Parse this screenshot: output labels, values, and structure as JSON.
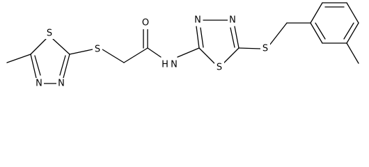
{
  "molecule": {
    "atoms": [
      {
        "id": "S1",
        "label": "S"
      },
      {
        "id": "N1",
        "label": "N"
      },
      {
        "id": "N2",
        "label": "N"
      },
      {
        "id": "S2",
        "label": "S"
      },
      {
        "id": "O1",
        "label": "O"
      },
      {
        "id": "N3",
        "label": "N"
      },
      {
        "id": "H1",
        "label": "H"
      },
      {
        "id": "N4",
        "label": "N"
      },
      {
        "id": "N5",
        "label": "N"
      },
      {
        "id": "S3",
        "label": "S"
      },
      {
        "id": "S4",
        "label": "S"
      }
    ]
  },
  "colors": {
    "bond": "#000000",
    "label": "#000000",
    "background": "#ffffff"
  }
}
